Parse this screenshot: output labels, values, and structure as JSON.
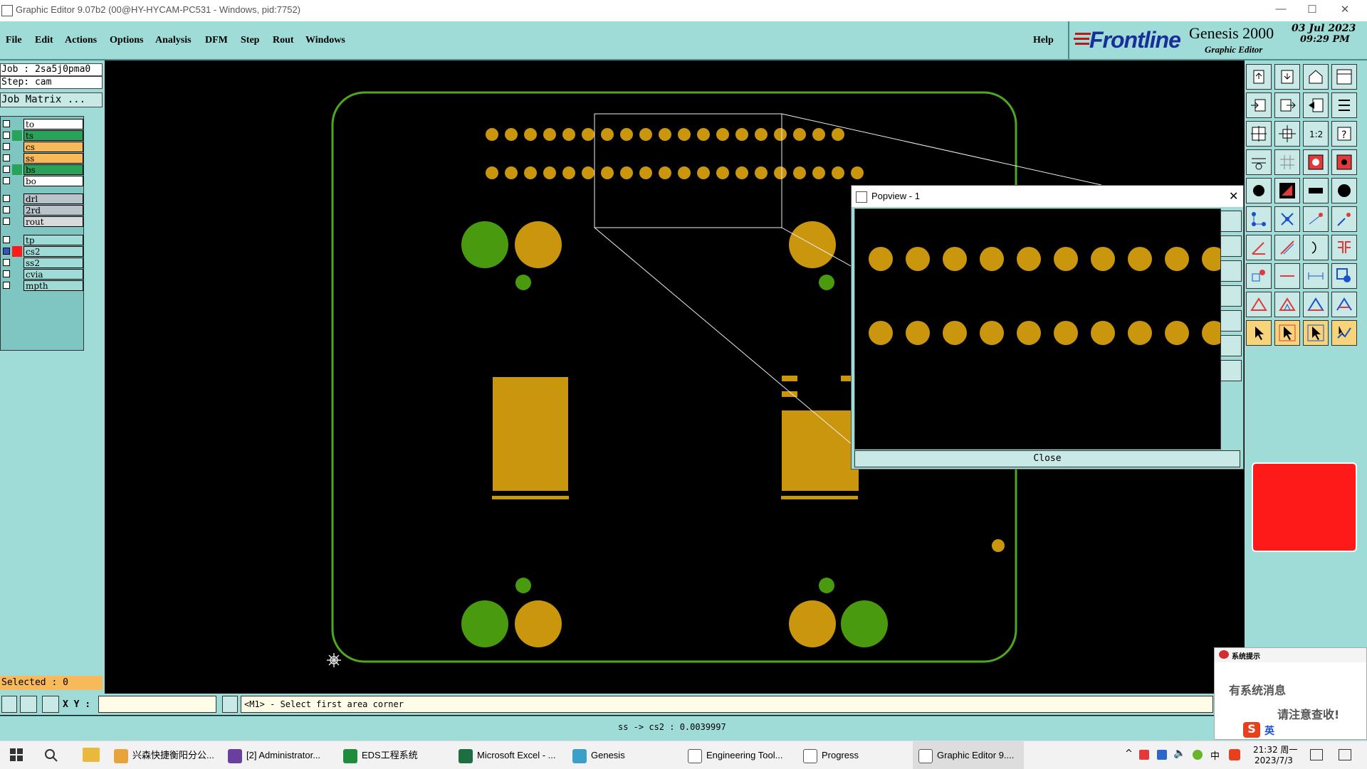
{
  "window": {
    "title": "Graphic Editor 9.07b2 (00@HY-HYCAM-PC531 - Windows, pid:7752)",
    "minimize": "—",
    "maximize": "☐",
    "close": "✕"
  },
  "menu": [
    "File",
    "Edit",
    "Actions",
    "Options",
    "Analysis",
    "DFM",
    "Step",
    "Rout",
    "Windows"
  ],
  "help_label": "Help",
  "brand": {
    "logo": "Frontline",
    "product": "Genesis 2000",
    "subtitle": "Graphic Editor",
    "date": "03 Jul 2023",
    "time": "09:29 PM"
  },
  "job": {
    "job_line": "Job : 2sa5j0pma0",
    "step_line": "Step: cam",
    "matrix_button": "Job Matrix ..."
  },
  "layers_group1": [
    {
      "name": "to",
      "color": "#ffffff"
    },
    {
      "name": "ts",
      "color": "#2aa35a"
    },
    {
      "name": "cs",
      "color": "#f7b95a"
    },
    {
      "name": "ss",
      "color": "#f7b95a"
    },
    {
      "name": "bs",
      "color": "#2aa35a"
    },
    {
      "name": "bo",
      "color": "#ffffff"
    }
  ],
  "layers_group2": [
    {
      "name": "drl",
      "color": "#b9c3c9"
    },
    {
      "name": "2rd",
      "color": "#b9c3c9"
    },
    {
      "name": "rout",
      "color": "#d7dadc"
    }
  ],
  "layers_group3": [
    {
      "name": "tp",
      "color": "#9fdcd8"
    },
    {
      "name": "cs2",
      "color": "#9fdcd8",
      "swatch": "#ff1a1a",
      "active": true
    },
    {
      "name": "ss2",
      "color": "#9fdcd8"
    },
    {
      "name": "cvia",
      "color": "#9fdcd8"
    },
    {
      "name": "mpth",
      "color": "#9fdcd8"
    }
  ],
  "selected_label": "Selected : 0",
  "xy_label": "X Y :",
  "xy_input": "",
  "prompt": "<M1> - Select first area corner",
  "status": "ss -> cs2 : 0.0039997",
  "popview": {
    "title": "Popview - 1",
    "close_label": "Close"
  },
  "notification": {
    "title": "系统提示",
    "line1": "有系统消息",
    "line2": "请注意查收!",
    "ime": "英"
  },
  "taskbar": {
    "items": [
      {
        "label": "兴森快捷衡阳分公...",
        "color": "#e8a33a"
      },
      {
        "label": "[2] Administrator...",
        "color": "#6b3fa0"
      },
      {
        "label": "EDS工程系统",
        "color": "#1e8c3a"
      },
      {
        "label": "Microsoft Excel - ...",
        "color": "#1d6f42"
      },
      {
        "label": "Genesis",
        "color": "#3aa0c8"
      },
      {
        "label": "Engineering Tool...",
        "color": "#555555"
      },
      {
        "label": "Progress",
        "color": "#555555"
      },
      {
        "label": "Graphic Editor 9....",
        "color": "#555555"
      }
    ],
    "clock_time": "21:32 周一",
    "clock_date": "2023/7/3",
    "tray_ime": "中"
  },
  "colors": {
    "panel": "#9fdcd8",
    "copper": "#c9960e",
    "outline": "#4fa81c",
    "via_green": "#4a9a0f"
  }
}
